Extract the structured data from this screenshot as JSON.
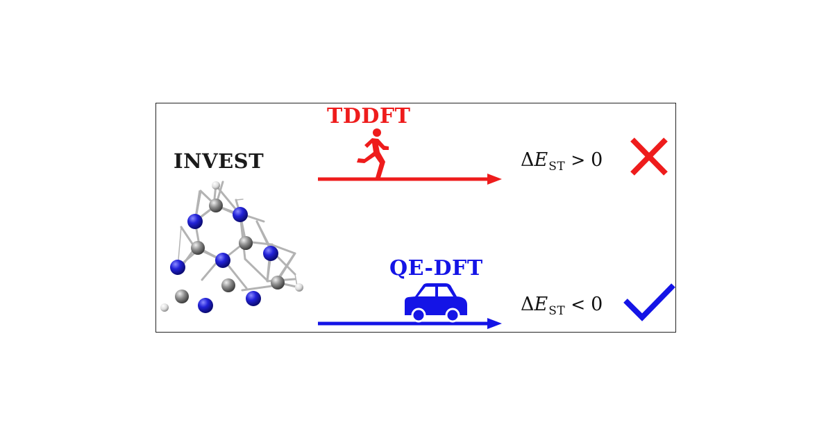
{
  "molecule_label": "INVEST",
  "methods": {
    "top": {
      "name": "TDDFT",
      "color": "#ee1c1c"
    },
    "bottom": {
      "name": "QE-DFT",
      "color": "#1414e6"
    }
  },
  "results": {
    "top": {
      "delta": "Δ",
      "symbol": "E",
      "subscript": "ST",
      "relation": ">",
      "value": "0",
      "mark": "cross-icon"
    },
    "bottom": {
      "delta": "Δ",
      "symbol": "E",
      "subscript": "ST",
      "relation": "<",
      "value": "0",
      "mark": "check-icon"
    }
  },
  "icons": {
    "top_method_icon": "running-person-icon",
    "bottom_method_icon": "car-icon"
  },
  "atom_colors": {
    "nitrogen": "#1b1bd2",
    "carbon": "#8a8a8a",
    "hydrogen": "#e8e8e8"
  }
}
